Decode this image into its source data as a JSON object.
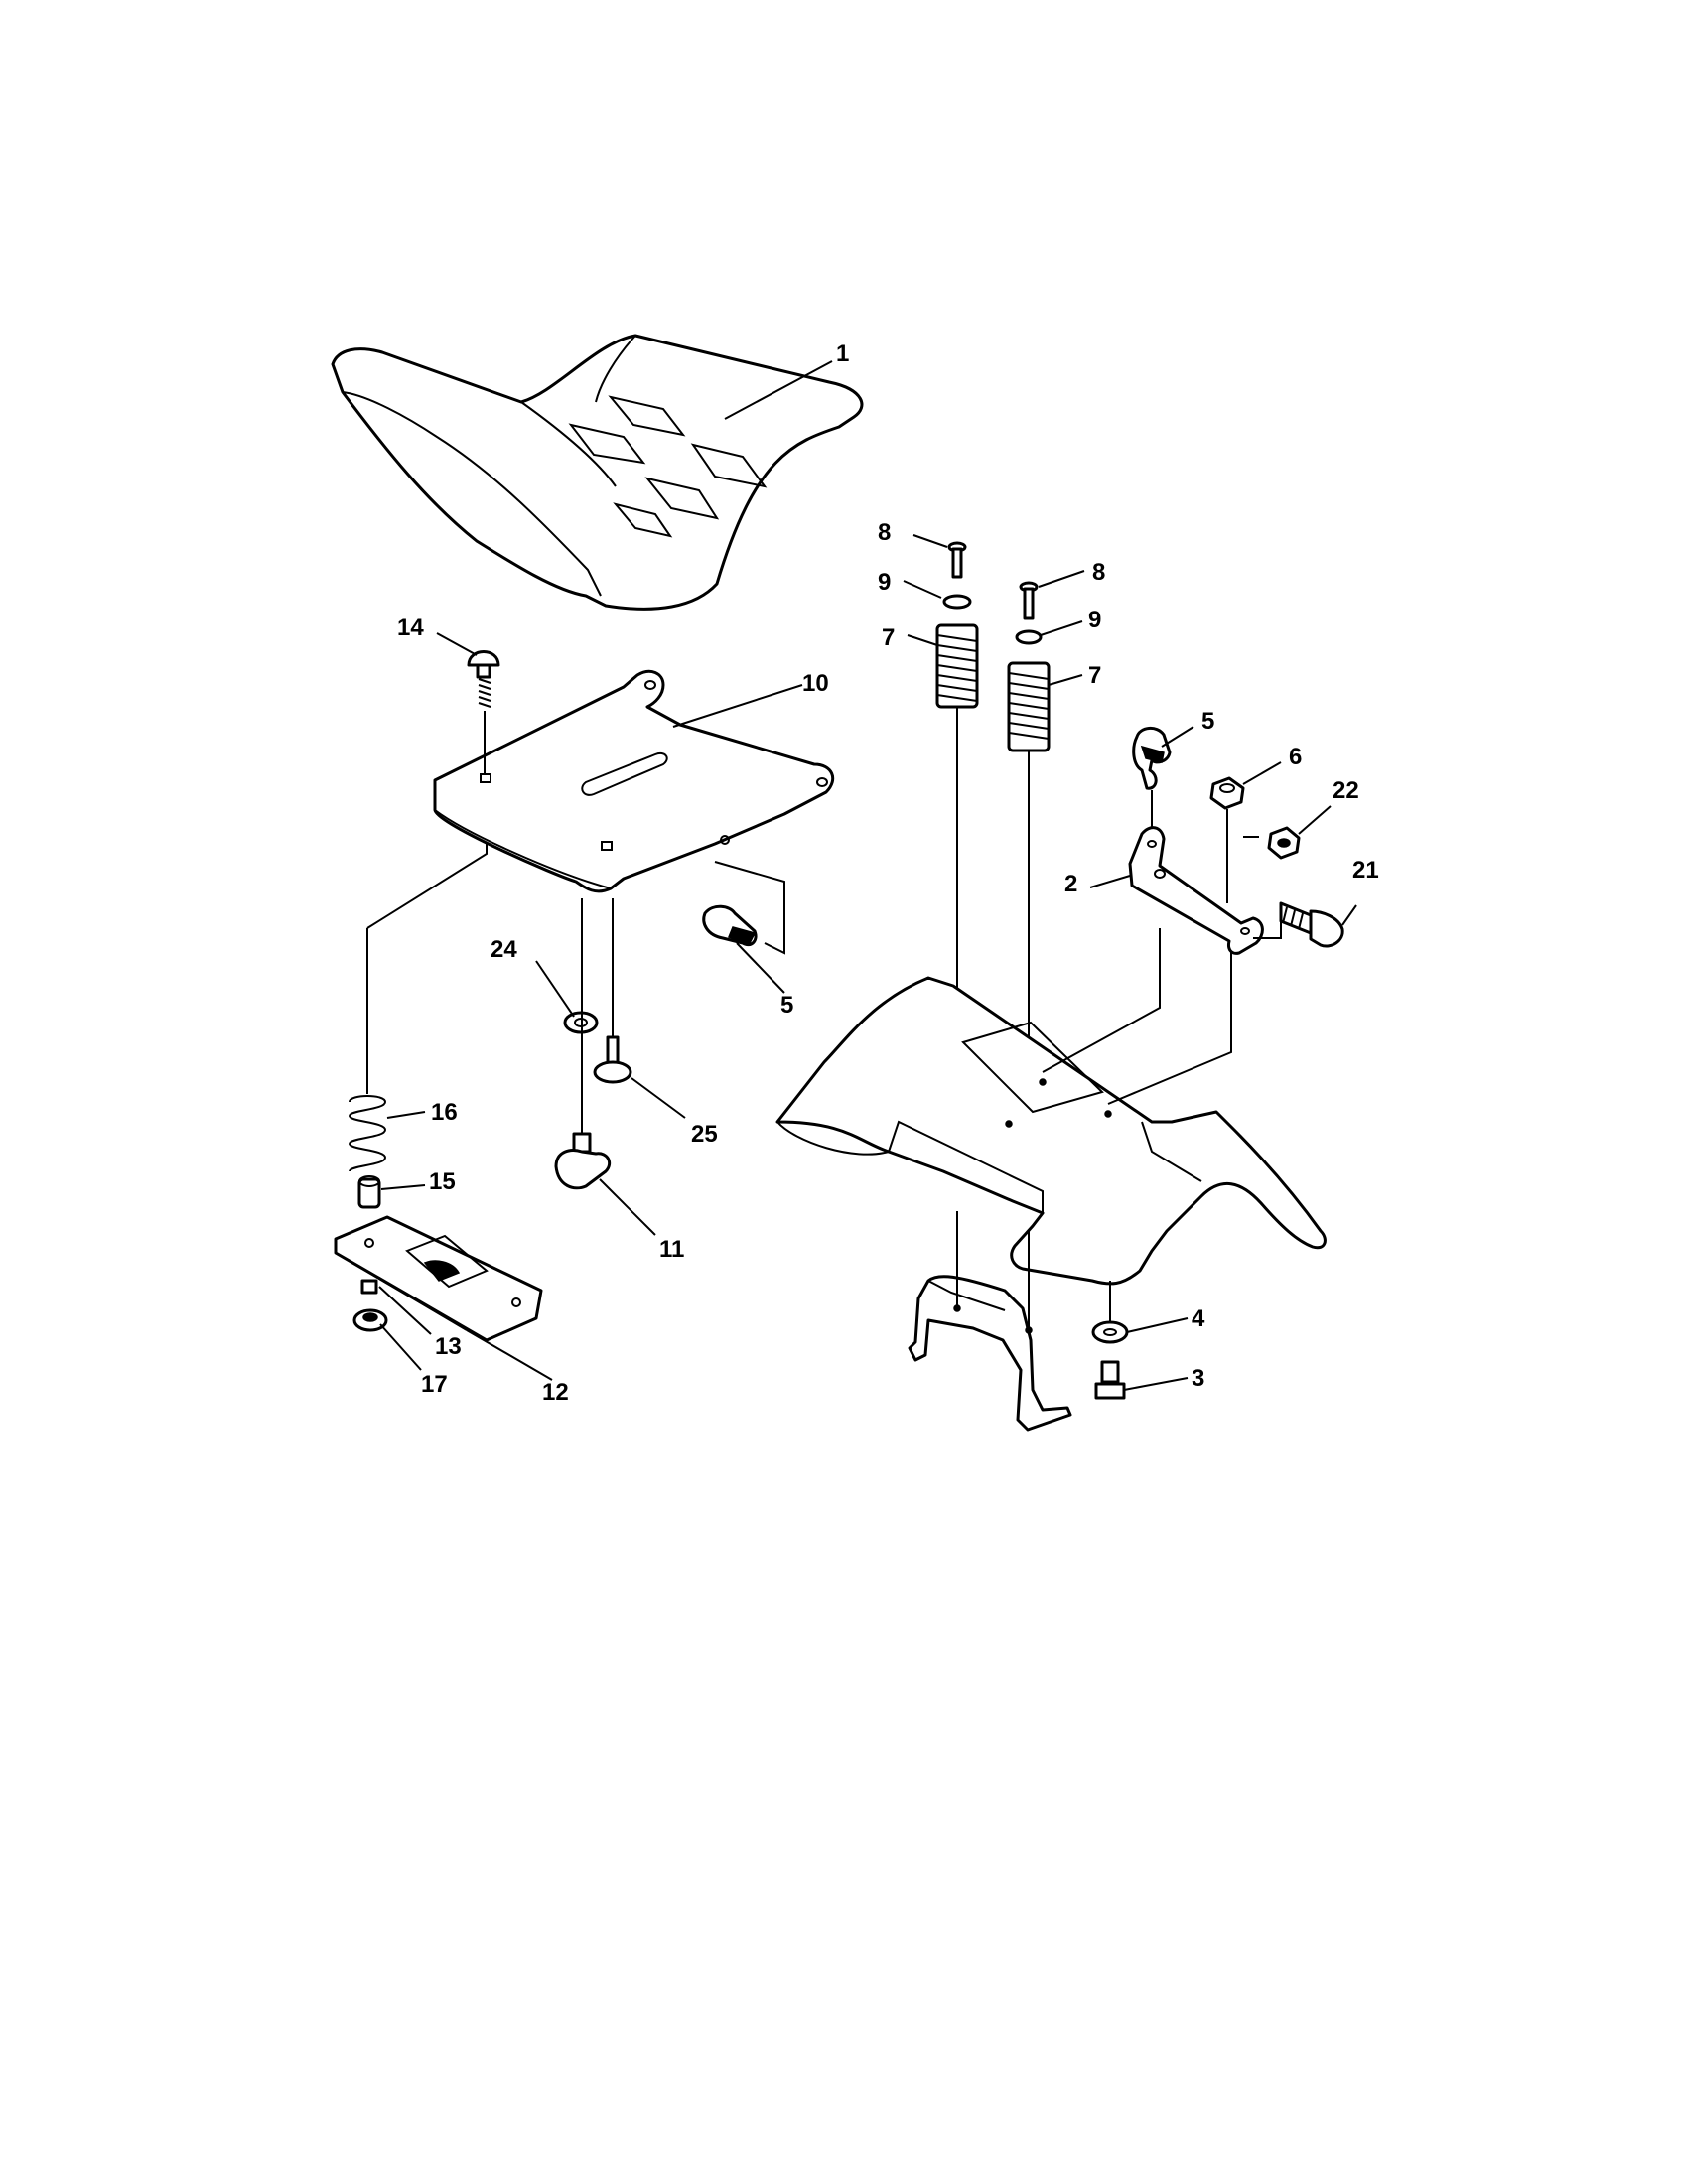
{
  "callouts": {
    "seat": "1",
    "bracket_hinge": "2",
    "bolt_bottom": "3",
    "washer_bottom": "4",
    "clip_upper": "5",
    "clip_lower": "5",
    "nut_lock": "6",
    "spring_left": "7",
    "spring_right": "7",
    "screw_left": "8",
    "screw_right": "8",
    "washer_left": "9",
    "washer_right": "9",
    "seat_pan": "10",
    "knob": "11",
    "slide_plate": "12",
    "nut_small": "13",
    "carriage_bolt": "14",
    "spacer": "15",
    "spring_small": "16",
    "flange_nut": "17",
    "bolt_shoulder": "21",
    "nut_hex": "22",
    "washer_flat": "24",
    "shoulder_screw": "25"
  }
}
